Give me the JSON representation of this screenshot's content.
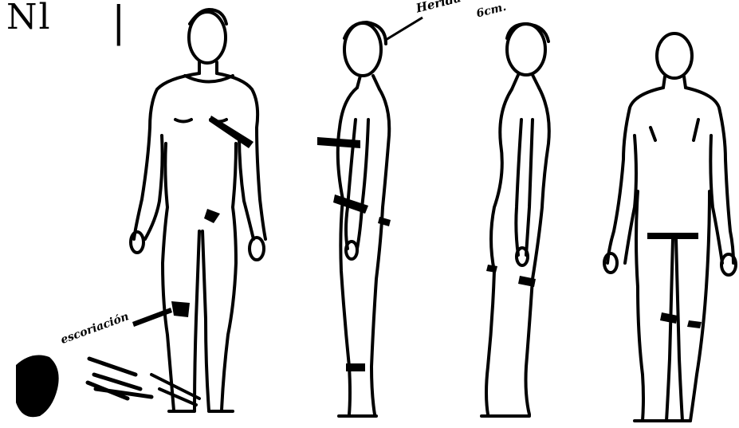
{
  "corner_marks": {
    "mark_left": "Nl",
    "mark_right": "|"
  },
  "annotations": {
    "side_view_wound": "Herida c.arma",
    "side_view_wound_size": "6cm.",
    "leg_label": "escoriación"
  },
  "ink_color": "#000000",
  "paper_color": "#ffffff"
}
